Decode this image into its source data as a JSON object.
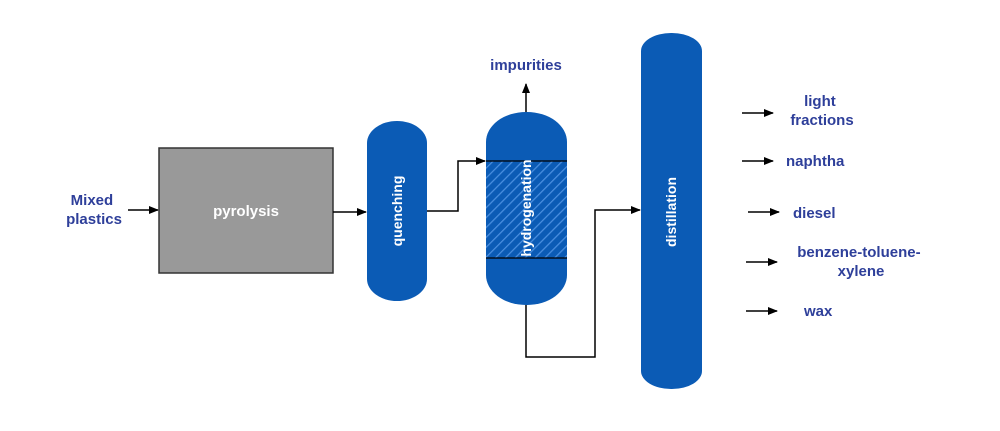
{
  "input": {
    "line1": "Mixed",
    "line2": "plastics"
  },
  "units": {
    "pyrolysis": "pyrolysis",
    "quenching": "quenching",
    "hydrogenation": "hydrogenation",
    "distillation": "distillation"
  },
  "impurities": "impurities",
  "products": {
    "light_fractions": {
      "line1": "light",
      "line2": "fractions"
    },
    "naphtha": "naphtha",
    "diesel": "diesel",
    "btx": {
      "line1": "benzene-toluene-",
      "line2": "xylene"
    },
    "wax": "wax"
  },
  "colors": {
    "vessel": "#0b5bb5",
    "furnace": "#999999",
    "label_text": "#2e3f9a",
    "arrow": "#000000"
  }
}
